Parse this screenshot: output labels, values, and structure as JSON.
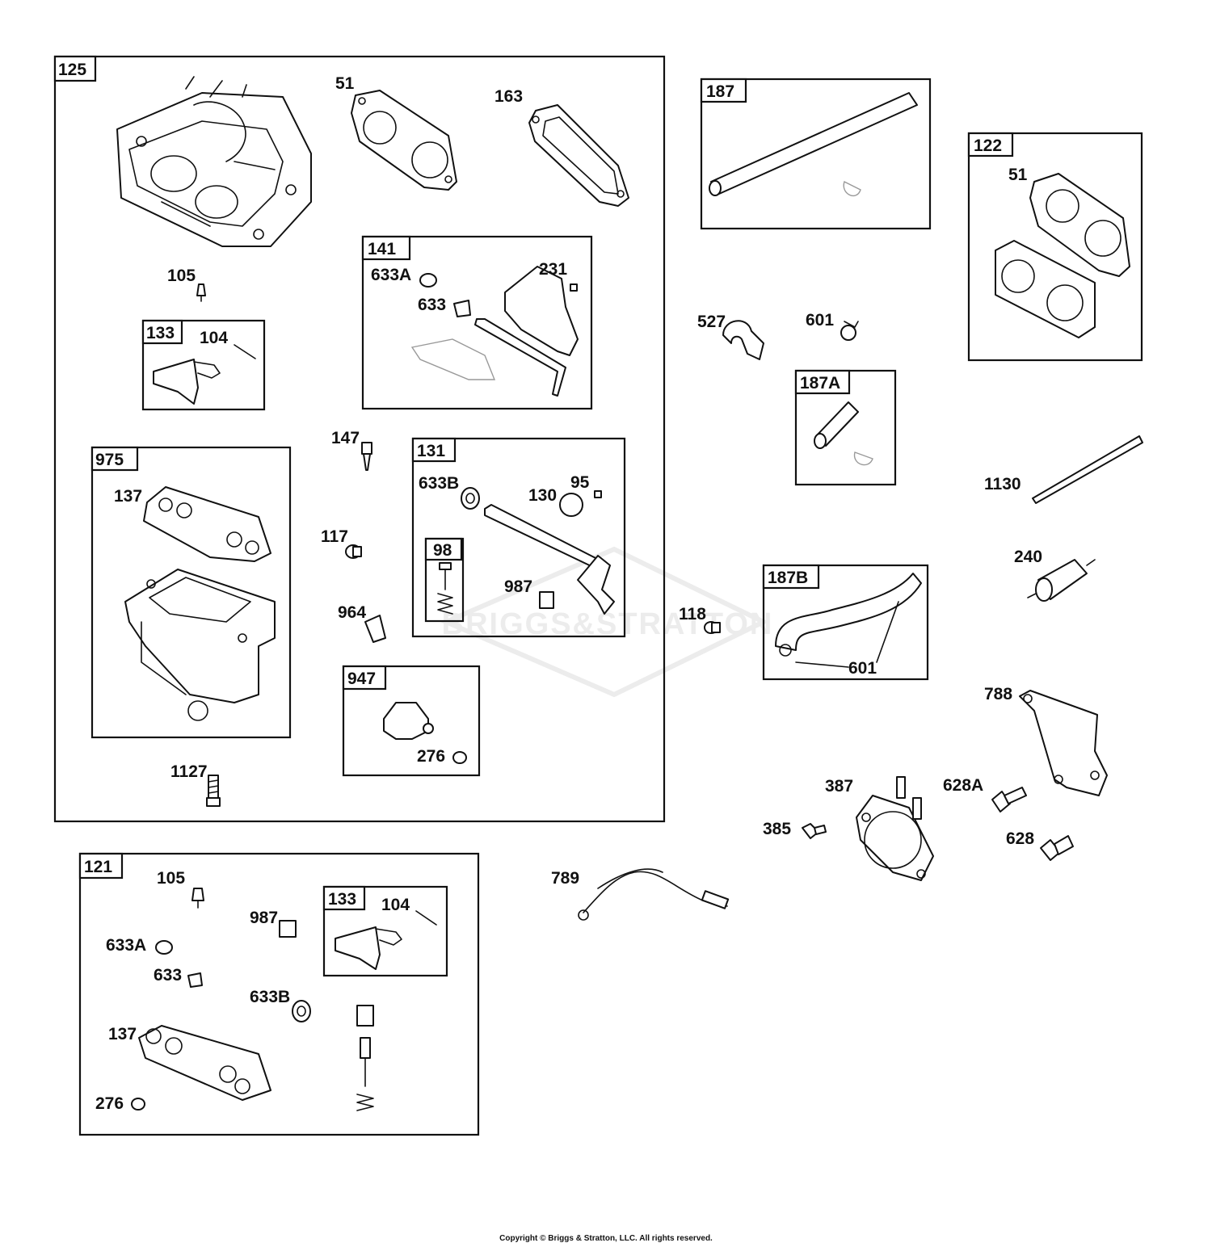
{
  "watermark": "BRIGGS&STRATTON",
  "copyright": "Copyright © Briggs & Stratton, LLC. All rights reserved.",
  "groups": {
    "g125": "125",
    "g141": "141",
    "g133a": "133",
    "g975": "975",
    "g131": "131",
    "g98": "98",
    "g947": "947",
    "g187": "187",
    "g122": "122",
    "g187a": "187A",
    "g187b": "187B",
    "g121": "121",
    "g133b": "133"
  },
  "labels": {
    "l51a": "51",
    "l163": "163",
    "l105a": "105",
    "l104a": "104",
    "l633a1": "633A",
    "l231": "231",
    "l633_1": "633",
    "l147": "147",
    "l633b1": "633B",
    "l130": "130",
    "l95": "95",
    "l137a": "137",
    "l117": "117",
    "l987a": "987",
    "l964": "964",
    "l276a": "276",
    "l1127": "1127",
    "l118": "118",
    "l527": "527",
    "l601a": "601",
    "l51b": "51",
    "l1130": "1130",
    "l240": "240",
    "l601b": "601",
    "l788": "788",
    "l387": "387",
    "l628a": "628A",
    "l385": "385",
    "l628": "628",
    "l789": "789",
    "l105b": "105",
    "l987b": "987",
    "l104b": "104",
    "l633a2": "633A",
    "l633_2": "633",
    "l633b2": "633B",
    "l137b": "137",
    "l276b": "276"
  }
}
